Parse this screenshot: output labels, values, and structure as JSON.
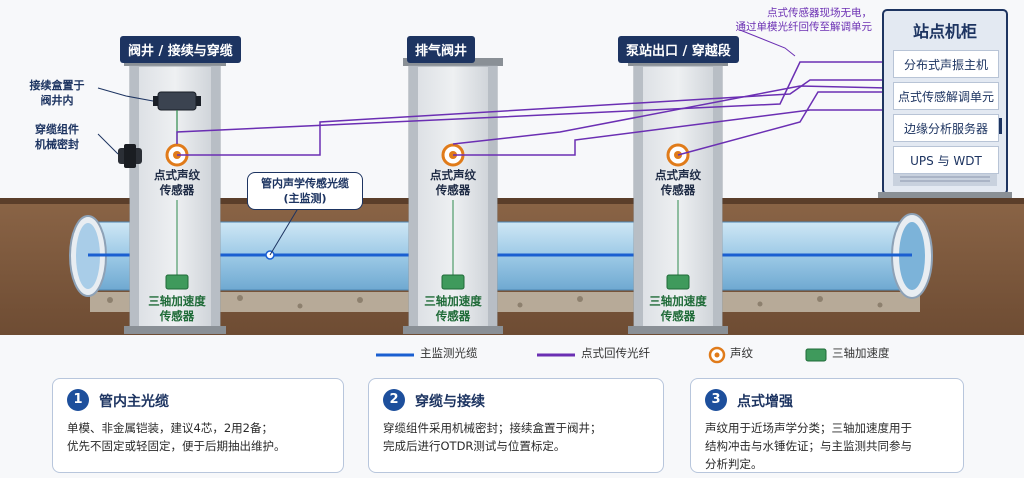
{
  "well_titles": [
    "阀井 / 接续与穿缆",
    "排气阀井",
    "泵站出口 / 穿越段"
  ],
  "callouts": {
    "splice_box": "接续盒置于\n阀井内",
    "seal": "穿缆组件\n机械密封",
    "main_cable": "管内声学传感光缆\n(主监测)",
    "top_note": "点式传感器现场无电，\n通过单模光纤回传至解调单元"
  },
  "cabinet": {
    "title": "站点机柜",
    "items": [
      "分布式声振主机",
      "点式传感解调单元",
      "边缘分析服务器",
      "UPS 与 WDT"
    ]
  },
  "sensors": {
    "acoustic_label": "点式声纹\n传感器",
    "accel_label": "三轴加速度\n传感器"
  },
  "legend": [
    {
      "label": "主监测光缆",
      "color": "#1a5fd1"
    },
    {
      "label": "点式回传光纤",
      "color": "#6b2fb3"
    },
    {
      "label": "声纹",
      "color": "#e07b1a"
    },
    {
      "label": "三轴加速度",
      "color": "#2e8b4e"
    }
  ],
  "cards": [
    {
      "num": "1",
      "title": "管内主光缆",
      "body": "单模、非金属铠装，建议4芯，2用2备；\n优先不固定或轻固定，便于后期抽出维护。"
    },
    {
      "num": "2",
      "title": "穿缆与接续",
      "body": "穿缆组件采用机械密封；接续盒置于阀井；\n完成后进行OTDR测试与位置标定。"
    },
    {
      "num": "3",
      "title": "点式增强",
      "body": "声纹用于近场声学分类；三轴加速度用于\n结构冲击与水锤佐证；与主监测共同参与\n分析判定。"
    }
  ]
}
